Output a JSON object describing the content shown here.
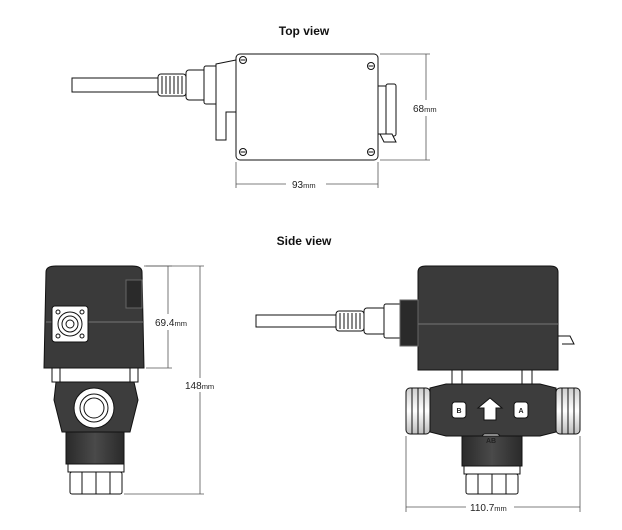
{
  "views": {
    "top": {
      "title": "Top view"
    },
    "side": {
      "title": "Side view"
    }
  },
  "dimensions": {
    "top_width": {
      "value": "93",
      "unit": "mm"
    },
    "top_height": {
      "value": "68",
      "unit": "mm"
    },
    "actuator_height": {
      "value": "69.4",
      "unit": "mm"
    },
    "total_height": {
      "value": "148",
      "unit": "mm"
    },
    "side_width": {
      "value": "110.7",
      "unit": "mm"
    }
  },
  "port_labels": {
    "b": "B",
    "a": "A",
    "ab": "AB"
  },
  "colors": {
    "actuator": "#3a3a3a",
    "actuator_dark": "#2a2a2a",
    "valve_body": "#3d3d3d",
    "line": "#111111",
    "dim_line": "#555555"
  }
}
